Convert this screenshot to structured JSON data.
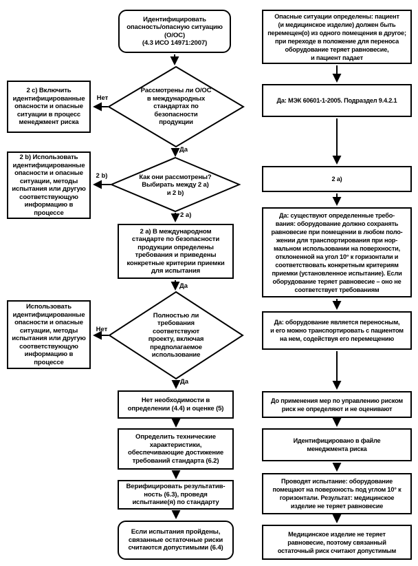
{
  "flowchart": {
    "colors": {
      "line": "#000000",
      "text": "#000000",
      "background": "#ffffff"
    },
    "left": {
      "start": "Идентифицировать\nопасность/опасную ситуацию\n(О/ОС)\n(4.3 ИСО 14971:2007)",
      "decision1": "Рассмотрены ли О/ОС\nв международных\nстандартах по\nбезопасности\nпродукции",
      "box2c": "2 c) Включить\nидентифицированные\nопасности и опасные\nситуации в процесс\nменеджмент риска",
      "decision2": "Как они рассмотрены?\nВыбирать между 2 a)\nи 2 b)",
      "box2b": "2 b) Использовать\nидентифицированные\nопасности и опасные\nситуации, методы\nиспытания или другую\nсоответствующую\nинформацию в\nпроцессе",
      "box2a": "2 a) В международном\nстандарте по безопасности\nпродукции определены\nтребования и приведены\nконкретные критерии приемки\nдля испытания",
      "decision3": "Полностью ли\nтребования\nсоответствуют\nпроекту, включая\nпредполагаемое\nиспользование",
      "boxUse": "Использовать\nидентифицированные\nопасности и опасные\nситуации, методы\nиспытания или другую\nсоответствующую\nинформацию в\nпроцессе",
      "boxNoNeed": "Нет необходимости в\nопределении (4.4) и оценке (5)",
      "boxDefine": "Определить технические\nхарактеристики,\nобеспечивающие достижение\nтребований стандарта (6.2)",
      "boxVerify": "Верифицировать результатив-\nность (6.3), проведя\nиспытание(я) по стандарту",
      "boxEnd": "Если испытания пройдены,\nсвязанные остаточные риски\nсчитаются допустимыми (6.4)"
    },
    "labels": {
      "net1": "Нет",
      "da1": "Да",
      "l2b": "2 b)",
      "l2a": "2 a)",
      "da2": "Да",
      "net2": "Нет",
      "da3": "Да"
    },
    "right": [
      "Опасные ситуации определены: пациент\n(и медицинское изделие) должен быть\nперемещен(о) из одного помещения в другое;\nпри переходе в положение для переноса\nоборудование теряет равновесие,\nи пациент падает",
      "Да: МЭК 60601-1-2005. Подраздел 9.4.2.1",
      "2 a)",
      "Да: существуют определенные требо-\nвания: оборудование должно сохранять\nравновесие при помещении в любом поло-\nжении для транспортирования при нор-\nмальном использовании на поверхности,\nотклоненной на угол 10° к горизонтали и\nсоответствовать конкретным критериям\nприемки (установленное испытание). Если\nоборудование теряет равновесие – оно не\nсоответствует требованиям",
      "Да: оборудование является переносным,\nи его можно транспортировать с пациентом\nна нем, содействуя его перемещению",
      "До применения мер по управлению риском\nриск не определяют и не оценивают",
      "Идентифицировано в файле\nменеджмента риска",
      "Проводят испытание: оборудование\nпомещают на поверхность под углом 10° к\nгоризонтали. Результат: медицинское\nизделие не теряет равновесие",
      "Медицинское изделие не теряет\nравновесие, поэтому связанный\nостаточный риск считают допустимым"
    ]
  }
}
